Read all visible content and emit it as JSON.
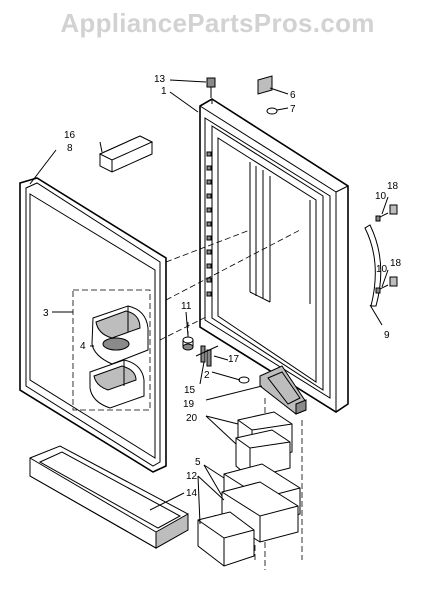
{
  "watermark": "AppliancePartsPros.com",
  "callouts": {
    "c1": "1",
    "c2": "2",
    "c3": "3",
    "c4": "4",
    "c5": "5",
    "c6": "6",
    "c7": "7",
    "c8": "8",
    "c9": "9",
    "c10a": "10",
    "c10b": "10",
    "c11": "11",
    "c12": "12",
    "c13": "13",
    "c14": "14",
    "c15": "15",
    "c16": "16",
    "c17": "17",
    "c18a": "18",
    "c18b": "18",
    "c19": "19",
    "c20": "20"
  }
}
